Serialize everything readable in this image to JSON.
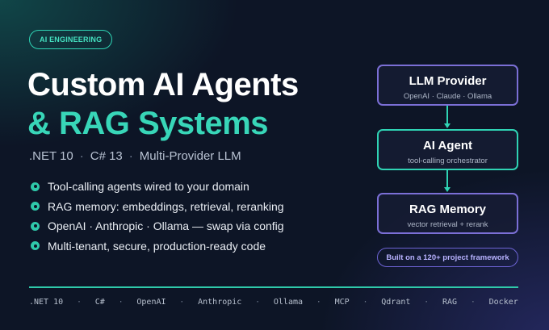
{
  "badge": "AI ENGINEERING",
  "title_line1": "Custom AI Agents",
  "title_line2": "& RAG Systems",
  "tech": [
    ".NET 10",
    "C# 13",
    "Multi-Provider LLM"
  ],
  "tech_separator": "·",
  "features": [
    "Tool-calling agents wired to your domain",
    "RAG memory: embeddings, retrieval, reranking",
    "OpenAI · Anthropic · Ollama — swap via config",
    "Multi-tenant, secure, production-ready code"
  ],
  "diagram": {
    "llm": {
      "title": "LLM Provider",
      "subtitle": "OpenAI · Claude · Ollama"
    },
    "agent": {
      "title": "AI Agent",
      "subtitle": "tool-calling orchestrator"
    },
    "rag": {
      "title": "RAG Memory",
      "subtitle": "vector retrieval + rerank"
    }
  },
  "built_badge": "Built on a 120+ project framework",
  "stack": [
    ".NET 10",
    "C#",
    "OpenAI",
    "Anthropic",
    "Ollama",
    "MCP",
    "Qdrant",
    "RAG",
    "Docker"
  ],
  "stack_separator": "·",
  "colors": {
    "accent_teal": "#38d6b8",
    "accent_purple": "#7b6fd6",
    "background": "#0d1526"
  }
}
